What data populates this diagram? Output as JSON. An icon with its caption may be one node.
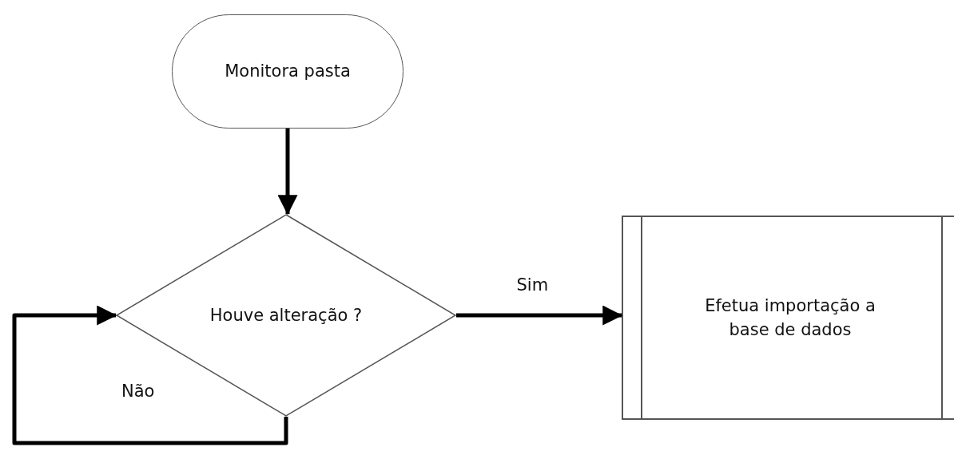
{
  "diagram": {
    "nodes": [
      {
        "text": [
          "Monitora pasta"
        ]
      },
      {
        "text": [
          "Houve alteração ?"
        ]
      },
      {
        "text": [
          "Efetua importação a base de dados"
        ]
      }
    ],
    "edges": [
      {
        "from": 0,
        "to": 1,
        "arrow": "to"
      },
      {
        "from": 1,
        "to": 2,
        "arrow": "to",
        "label": "Sim"
      },
      {
        "from": 1,
        "to": 1,
        "arrow": "to",
        "label": "Não"
      }
    ]
  }
}
